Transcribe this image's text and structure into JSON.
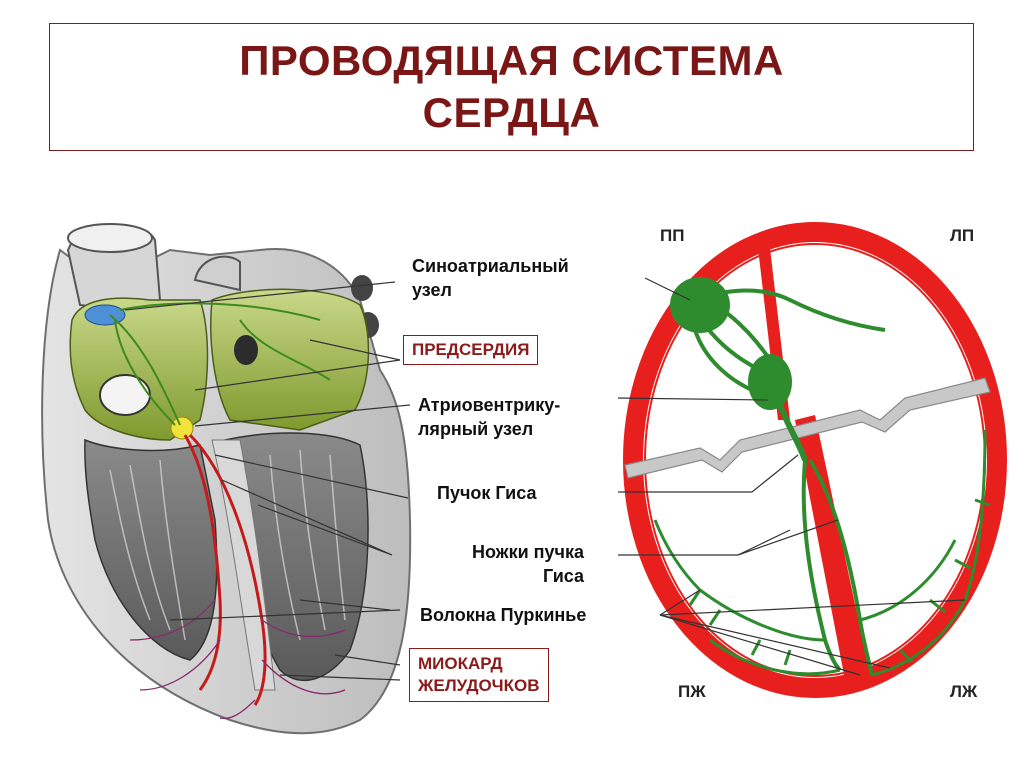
{
  "title": {
    "line1": "ПРОВОДЯЩАЯ СИСТЕМА",
    "line2": "СЕРДЦА"
  },
  "labels": {
    "sa_node_line1": "Синоатриальный",
    "sa_node_line2": "узел",
    "atria": "ПРЕДСЕРДИЯ",
    "av_node_line1": "Атриовентрику-",
    "av_node_line2": "лярный узел",
    "his_bundle": "Пучок Гиса",
    "bundle_branches_line1": "Ножки пучка",
    "bundle_branches_line2": "Гиса",
    "purkinje": "Волокна Пуркинье",
    "myocardium_line1": "МИОКАРД",
    "myocardium_line2": "ЖЕЛУДОЧКОВ"
  },
  "chambers": {
    "right_atrium": "ПП",
    "left_atrium": "ЛП",
    "right_ventricle": "ПЖ",
    "left_ventricle": "ЛЖ"
  },
  "colors": {
    "title": "#7b1616",
    "box_border": "#8b1a1a",
    "myocardium_red": "#e8201d",
    "conduction_green": "#2e8b2e",
    "atrial_green": "#a9c25a",
    "septum_gray": "#c8c8c8"
  }
}
